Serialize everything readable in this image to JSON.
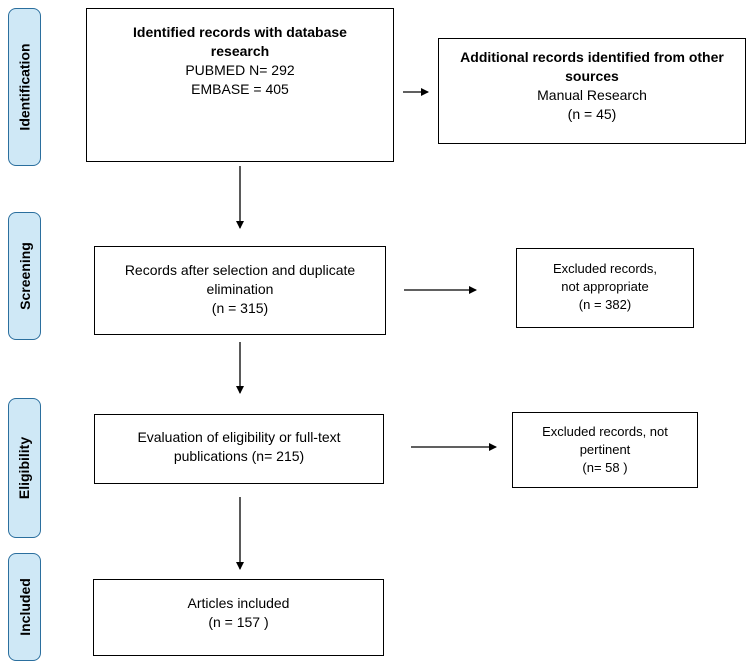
{
  "phases": {
    "identification": "Identification",
    "screening": "Screening",
    "eligibility": "Eligibility",
    "included": "Included"
  },
  "boxes": {
    "identified": {
      "title_line1": "Identified records with database",
      "title_line2": "research",
      "line3": "PUBMED N= 292",
      "line4": "EMBASE = 405"
    },
    "additional": {
      "title_line1": "Additional records identified from other",
      "title_line2": "sources",
      "line3": "Manual Research",
      "line4": "(n = 45)"
    },
    "after_selection": {
      "line1": "Records after selection and duplicate",
      "line2": "elimination",
      "line3": "(n = 315)"
    },
    "excluded_not_appropriate": {
      "line1": "Excluded records,",
      "line2": "not appropriate",
      "line3": "(n = 382)"
    },
    "eligibility_eval": {
      "line1": "Evaluation of eligibility or full-text",
      "line2": "publications (n= 215)"
    },
    "excluded_not_pertinent": {
      "line1": "Excluded records, not",
      "line2": "pertinent",
      "line3": "(n= 58 )"
    },
    "included": {
      "line1": "Articles included",
      "line2": "(n = 157 )"
    }
  }
}
